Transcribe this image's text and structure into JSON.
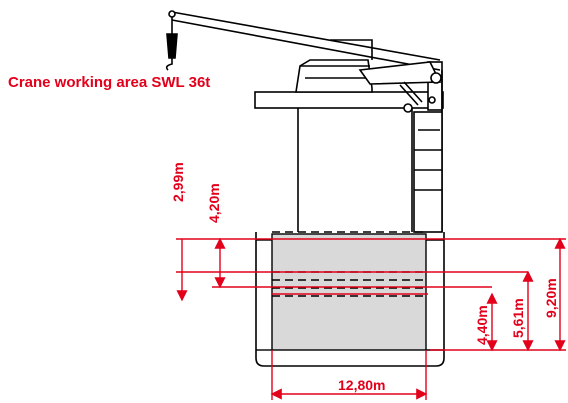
{
  "title": "Crane working area SWL 36t",
  "dimensions": {
    "width_label": "12,80m",
    "vert_2_99": "2,99m",
    "vert_4_20": "4,20m",
    "vert_4_40": "4,40m",
    "vert_5_61": "5,61m",
    "vert_9_20": "9,20m"
  },
  "colors": {
    "dimension": "#e3001b",
    "outline": "#000000",
    "deck_fill": "#d9d9d9"
  }
}
